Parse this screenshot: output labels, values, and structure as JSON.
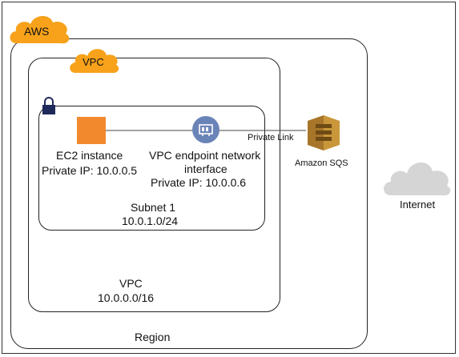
{
  "clouds": {
    "aws": "AWS",
    "vpc": "VPC",
    "internet": "Internet"
  },
  "ec2": {
    "name": "EC2 instance",
    "ip": "Private IP: 10.0.0.5"
  },
  "endpoint": {
    "name_line1": "VPC endpoint network",
    "name_line2": "interface",
    "ip": "Private IP: 10.0.0.6"
  },
  "link": {
    "label": "Private Link"
  },
  "sqs": {
    "label": "Amazon SQS"
  },
  "subnet": {
    "name": "Subnet 1",
    "cidr": "10.0.1.0/24"
  },
  "vpc": {
    "name": "VPC",
    "cidr": "10.0.0.0/16"
  },
  "region": {
    "label": "Region"
  },
  "colors": {
    "aws_cloud": "#f7a21a",
    "ec2": "#f28a2d",
    "endpoint": "#6b84b8",
    "sqs": "#c9973a",
    "lock": "#1e2a5a",
    "internet_cloud": "#d5d5d5"
  }
}
